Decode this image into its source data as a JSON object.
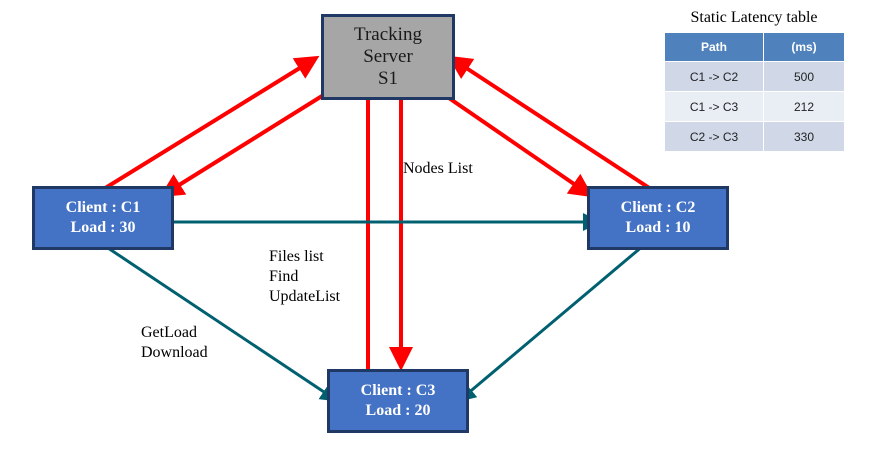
{
  "server": {
    "line1": "Tracking",
    "line2": "Server",
    "line3": "S1"
  },
  "clients": [
    {
      "id": "c1",
      "name": "Client : C1",
      "load": "Load : 30"
    },
    {
      "id": "c2",
      "name": "Client : C2",
      "load": "Load : 10"
    },
    {
      "id": "c3",
      "name": "Client : C3",
      "load": "Load : 20"
    }
  ],
  "labels": {
    "nodes_list": "Nodes List",
    "files": [
      "Files list",
      "Find",
      "UpdateList"
    ],
    "getload": [
      "GetLoad",
      "Download"
    ]
  },
  "latency_table": {
    "title": "Static Latency table",
    "headers": [
      "Path",
      "(ms)"
    ],
    "rows": [
      [
        "C1 -> C2",
        "500"
      ],
      [
        "C1 -> C3",
        "212"
      ],
      [
        "C2 -> C3",
        "330"
      ]
    ]
  },
  "colors": {
    "server_to_client": "#ff0000",
    "client_to_client": "#006070",
    "client_fill": "#4472c4",
    "server_fill": "#a6a6a6"
  }
}
